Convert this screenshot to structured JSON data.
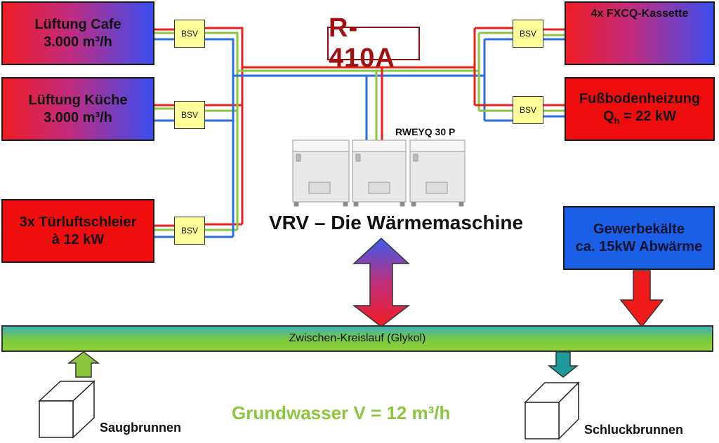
{
  "refrigerant": "R-410A",
  "bsv_label": "BSV",
  "boxes": {
    "cafe": {
      "line1": "Lüftung Cafe",
      "line2": "3.000 m³/h"
    },
    "kueche": {
      "line1": "Lüftung Küche",
      "line2": "3.000 m³/h"
    },
    "tuer": {
      "line1": "3x Türluftschleier",
      "line2": "à 12 kW"
    },
    "kassette": {
      "line1": "4x FXCQ-Kassette"
    },
    "fussboden": {
      "line1": "Fußbodenheizung",
      "line2_main": "Q",
      "line2_sub": "h",
      "line2_rest": " = 22 kW"
    },
    "gewerbe": {
      "line1": "Gewerbekälte",
      "line2": "ca. 15kW Abwärme"
    }
  },
  "unit_model": "RWEYQ 30 P",
  "vrv_title": "VRV – Die Wärmemaschine",
  "loop_label": "Zwischen-Kreislauf (Glykol)",
  "groundwater": "Grundwasser V = 12 m³/h",
  "well_left": "Saugbrunnen",
  "well_right": "Schluckbrunnen",
  "colors": {
    "red_line": "#e8201c",
    "green_line": "#8cc63e",
    "blue_line": "#2a6ee0",
    "groundwater_text": "#8cc63e"
  }
}
